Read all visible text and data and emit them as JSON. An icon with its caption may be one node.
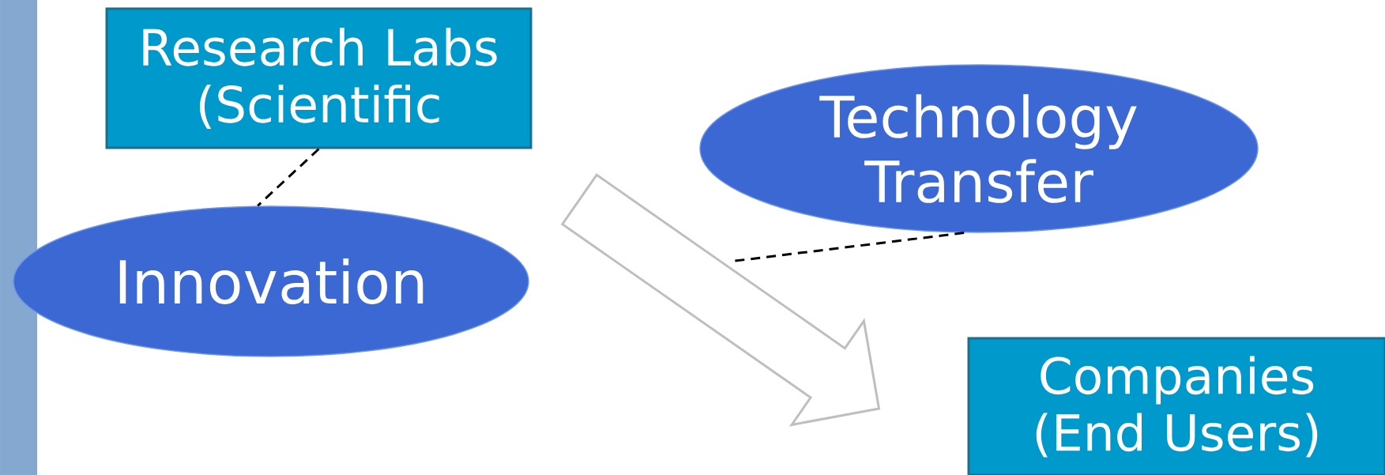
{
  "diagram": {
    "nodes": [
      {
        "text": [
          "Research Labs (Scientific"
        ]
      },
      {
        "text": [
          "Technology Transfer"
        ]
      },
      {
        "text": [
          "Innovation"
        ]
      },
      {
        "text": [
          "Companies (End Users)"
        ]
      },
      {
        "text": [],
        "shape": "bar"
      }
    ],
    "edges": [
      {
        "from": 0,
        "to": 2,
        "arrow": "none",
        "style": "dashed"
      },
      {
        "from": 0,
        "to": 3,
        "arrow": "to",
        "style": "thick",
        "color": "#bfbfbf"
      },
      {
        "from": 1,
        "to": null,
        "arrow": "none",
        "style": "dashed"
      }
    ]
  }
}
